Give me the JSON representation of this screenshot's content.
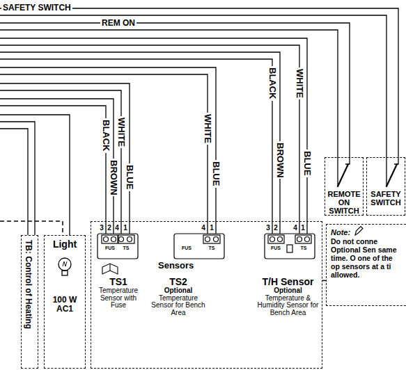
{
  "diagram": {
    "nodes": [
      {
        "text": [
          "REMOTE ON SWITCH"
        ]
      },
      {
        "text": [
          "SAFETY SWITCH"
        ]
      },
      {
        "text": [
          "TB: Control of Heating"
        ]
      },
      {
        "text": [
          "Light",
          "100 W AC1"
        ]
      },
      {
        "text": [
          "Sensors"
        ]
      },
      {
        "text": [
          "TS1",
          "Temperature Sensor with Fuse"
        ],
        "in": 4
      },
      {
        "text": [
          "TS2",
          "Optional",
          "Temperature Sensor for Bench Area"
        ],
        "in": 4
      },
      {
        "text": [
          "T/H Sensor",
          "Optional",
          "Temperature & Humidity Sensor for Bench Area"
        ],
        "in": 4
      },
      {
        "text": [
          "Note:",
          "Do not conne Optional Sen same time. O one of the op sensors at a ti allowed."
        ]
      }
    ],
    "edges": [
      {
        "from": 4,
        "to": 8,
        "arrow": "none"
      }
    ],
    "labels": [
      "SAFETY SWITCH",
      "REM ON",
      "BLACK",
      "BROWN",
      "WHITE",
      "BLUE",
      "WHITE",
      "BLUE",
      "BLACK",
      "WHITE",
      "BROWN",
      "BLUE",
      "3",
      "2",
      "4",
      "1",
      "4",
      "1",
      "3",
      "2",
      "4",
      "1",
      "FUS",
      "TS",
      "FUS",
      "TS",
      "FUS",
      "TS"
    ]
  }
}
